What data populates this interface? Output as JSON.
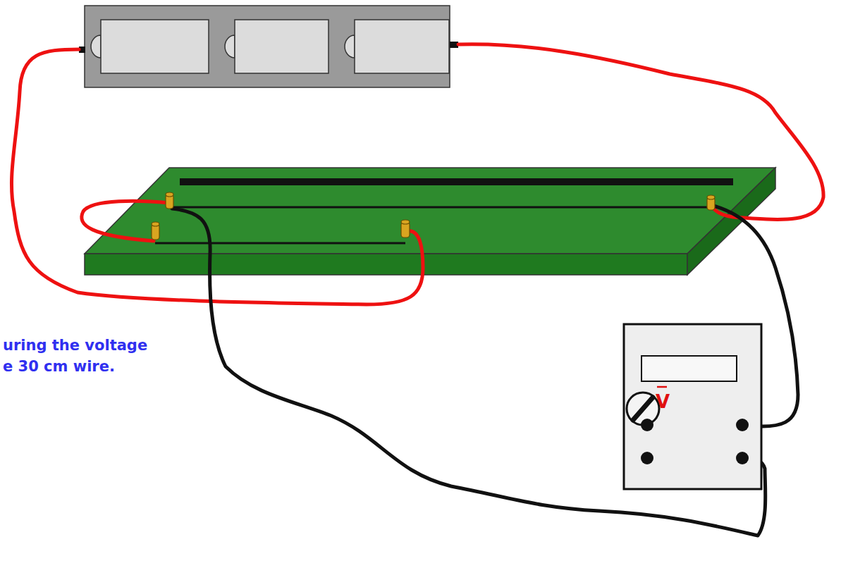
{
  "diagram": {
    "labels": [
      "uring the voltage",
      "e 30 cm wire.",
      "V"
    ]
  }
}
